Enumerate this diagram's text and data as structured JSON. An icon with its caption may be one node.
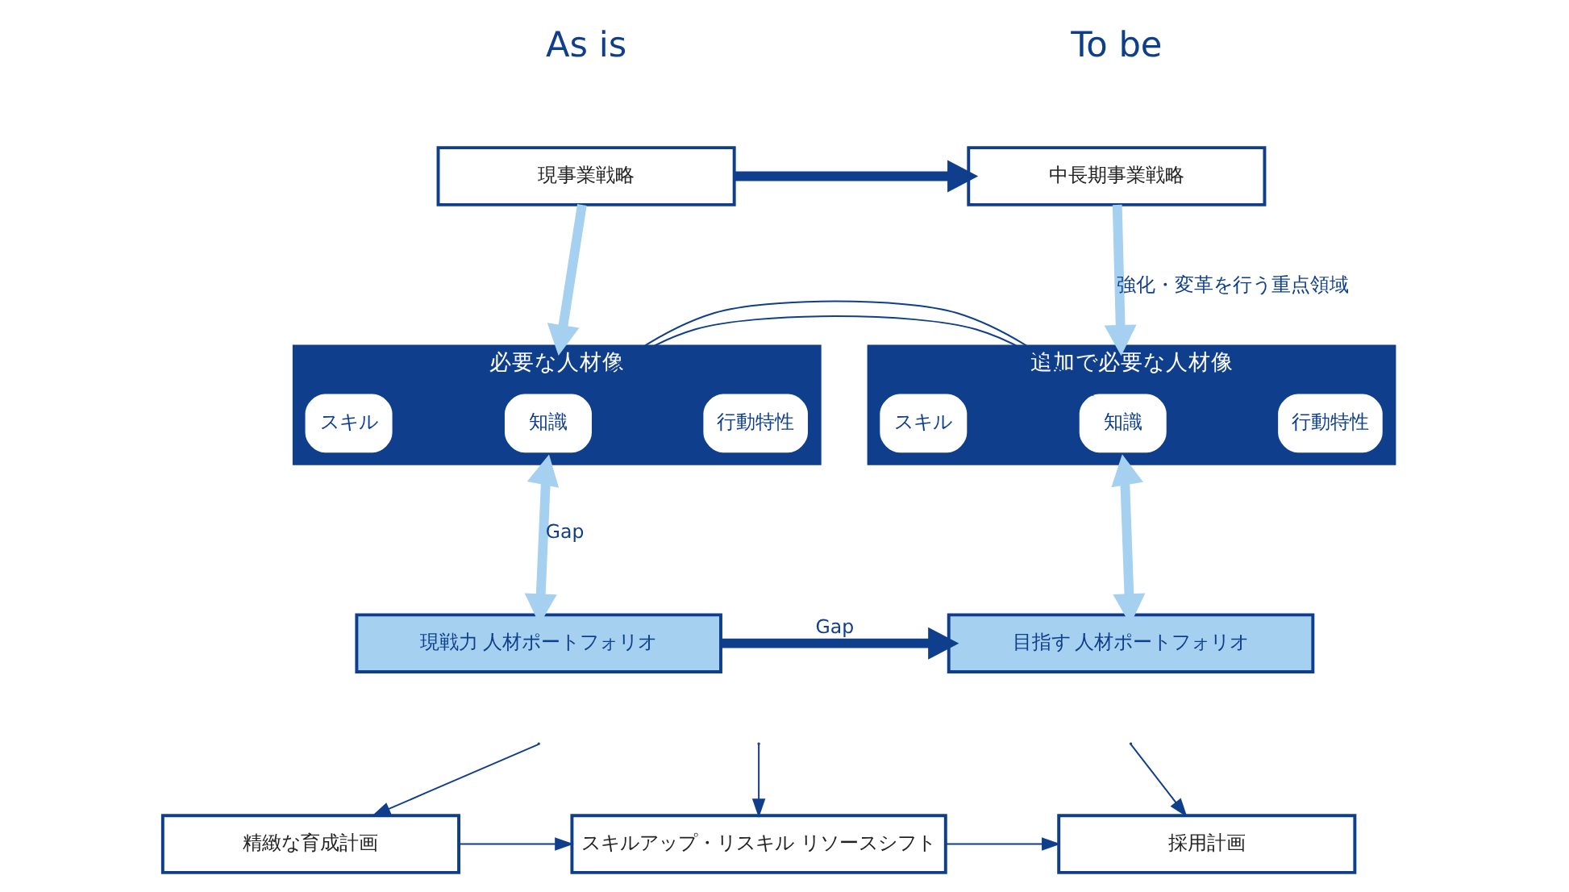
{
  "diagram": {
    "nodes": [
      {
        "text": [
          "現事業戦略"
        ]
      },
      {
        "text": [
          "中長期事業戦略"
        ]
      },
      {
        "text": [
          "必要な人材像"
        ]
      },
      {
        "text": [
          "スキル"
        ],
        "in": 2
      },
      {
        "text": [
          "知識"
        ],
        "in": 2
      },
      {
        "text": [
          "行動特性"
        ],
        "in": 2
      },
      {
        "text": [
          "追加で必要な人材像"
        ]
      },
      {
        "text": [
          "スキル"
        ],
        "in": 6
      },
      {
        "text": [
          "知識"
        ],
        "in": 6
      },
      {
        "text": [
          "行動特性"
        ],
        "in": 6
      },
      {
        "text": [
          "現戦力 人材ポートフォリオ"
        ]
      },
      {
        "text": [
          "目指す 人材ポートフォリオ"
        ]
      },
      {
        "text": [
          "精緻な育成計画"
        ]
      },
      {
        "text": [
          "スキルアップ・リスキル リソースシフト"
        ]
      },
      {
        "text": [
          "採用計画"
        ]
      }
    ],
    "edges": [
      {
        "from": 0,
        "to": 1,
        "arrow": "to",
        "style": "thick"
      },
      {
        "from": 0,
        "to": 2,
        "arrow": "to",
        "style": "thick",
        "color": "#a5d0f0"
      },
      {
        "from": 1,
        "to": 6,
        "arrow": "to",
        "style": "thick",
        "color": "#a5d0f0",
        "label": "強化・変革を行う重点領域"
      },
      {
        "from": 2,
        "to": 6,
        "arrow": "to"
      },
      {
        "from": 2,
        "to": 10,
        "arrow": "both",
        "style": "thick",
        "color": "#a5d0f0",
        "label": "Gap"
      },
      {
        "from": 6,
        "to": 11,
        "arrow": "both",
        "style": "thick",
        "color": "#a5d0f0"
      },
      {
        "from": 10,
        "to": 11,
        "arrow": "to",
        "style": "thick",
        "label": "Gap"
      },
      {
        "from": null,
        "to": 12,
        "arrow": "to"
      },
      {
        "from": null,
        "to": 13,
        "arrow": "to"
      },
      {
        "from": null,
        "to": 14,
        "arrow": "to"
      },
      {
        "from": 12,
        "to": 13,
        "arrow": "to"
      },
      {
        "from": 13,
        "to": 14,
        "arrow": "to"
      }
    ],
    "labels": [
      "As is",
      "To be"
    ]
  }
}
